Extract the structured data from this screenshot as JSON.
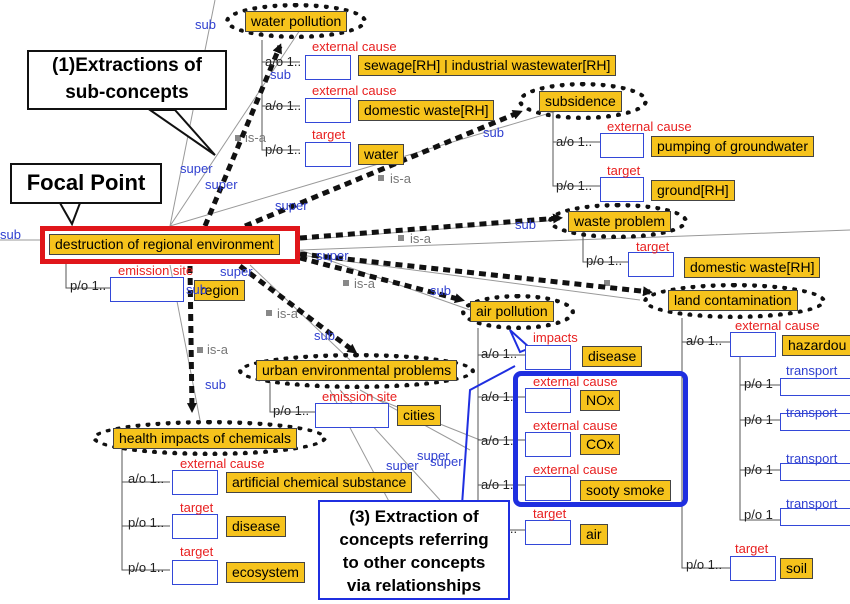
{
  "nodes": {
    "water_pollution": "water pollution",
    "sewage": "sewage[RH] | industrial wastewater[RH]",
    "domestic_waste_1": "domestic waste[RH]",
    "water": "water",
    "subsidence": "subsidence",
    "pumping": "pumping of groundwater",
    "ground": "ground[RH]",
    "destruction": "destruction of regional environment",
    "region": "region",
    "waste_problem": "waste problem",
    "domestic_waste_2": "domestic waste[RH]",
    "land_contamination": "land contamination",
    "hazardous": "hazardou",
    "air_pollution": "air pollution",
    "disease_1": "disease",
    "nox": "NOx",
    "cox": "COx",
    "sooty": "sooty smoke",
    "air": "air",
    "urban": "urban environmental problems",
    "cities": "cities",
    "health": "health impacts of chemicals",
    "artificial": "artificial chemical substance",
    "disease_2": "disease",
    "ecosystem": "ecosystem",
    "soil": "soil"
  },
  "labels": {
    "external_cause": "external cause",
    "target": "target",
    "emission_site": "emission site",
    "impacts": "impacts",
    "sub": "sub",
    "super": "super",
    "is_a": "is-a",
    "ao1": "a/o 1..",
    "po1": "p/o 1..",
    "po1s": "p/o 1",
    "transport": "transport"
  },
  "callouts": {
    "extractions_line1": "(1)Extractions of",
    "extractions_line2": "sub-concepts",
    "focal": "Focal Point",
    "extraction3_line1": "(3) Extraction of",
    "extraction3_line2": "concepts referring",
    "extraction3_line3": "to other concepts",
    "extraction3_line4": "via relationships"
  }
}
